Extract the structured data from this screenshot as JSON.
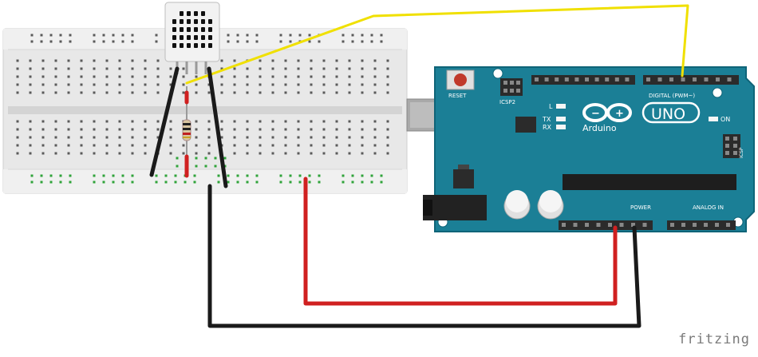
{
  "watermark": "fritzing",
  "arduino": {
    "reset_label": "RESET",
    "icsp2_label": "ICSP2",
    "icsp_label": "ICSP",
    "l_label": "L",
    "tx_label": "TX",
    "rx_label": "RX",
    "on_label": "ON",
    "brand": "Arduino",
    "model": "UNO",
    "digital_label": "DIGITAL (PWM~)",
    "power_label": "POWER",
    "analog_label": "ANALOG IN"
  },
  "wire_colors": {
    "signal": "#f0e000",
    "vcc": "#d02020",
    "gnd": "#1a1a1a"
  },
  "colors": {
    "board": "#1b7f96",
    "board_edge": "#0f6478",
    "breadboard": "#e9e9e9",
    "sensor": "#f2f2f2"
  }
}
